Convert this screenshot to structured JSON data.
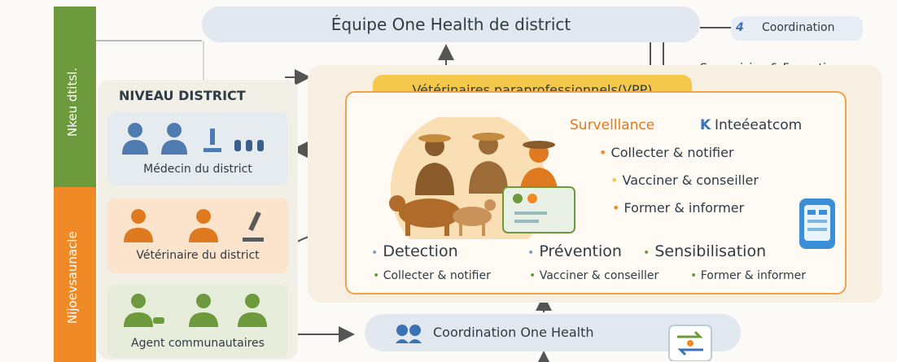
{
  "colors": {
    "sidebar_green": "#6d9a3d",
    "sidebar_orange": "#ef8a27",
    "vpp_banner": "#f4c84a",
    "panel_border": "#f0a24a",
    "district_box": "#e9eef3",
    "vet_box": "#fbe3cc",
    "agent_box": "#e7eddc",
    "accent_blue": "#3a72b5",
    "orange_text": "#e07a20"
  },
  "sidebar": {
    "top_label": "Nkeu dtitsl.",
    "bottom_label": "Nijoevsaunacle"
  },
  "top": {
    "title": "Équipe One Health de district",
    "coordination_badge": "4",
    "coordination_label": "Coordination",
    "supervision_label": "Supervision & Formation"
  },
  "district": {
    "heading": "NIVEAU DISTRICT",
    "medecin_label": "Médecin du district",
    "veterinaire_label": "Vétérinaire du district",
    "agent_label": "Agent communautaires"
  },
  "vpp": {
    "banner": "Vétérinaires paraprofessionnels(VPP)",
    "surveillance": "Survelllance",
    "integration": "Inteéeatcom",
    "roles": [
      "Collecter & notifier",
      "Vacciner & conseiller",
      "Former & informer"
    ],
    "pillars": [
      "Detection",
      "Prévention",
      "Sensibilisation"
    ],
    "pillar_actions": [
      "Collecter & notifier",
      "Vacciner & conseiller",
      "Former & informer"
    ]
  },
  "bottom": {
    "coordination_label": "Coordination One Health"
  },
  "icons": {
    "medecin_group": [
      "doctor-icon",
      "nurse-icon",
      "microscope-icon",
      "vials-icon"
    ],
    "vet_group": [
      "vet-worker-icon",
      "vet-worker-icon",
      "microscope-icon"
    ],
    "agent_group": [
      "agent-with-dog-icon",
      "agent-icon",
      "agent-icon"
    ]
  }
}
